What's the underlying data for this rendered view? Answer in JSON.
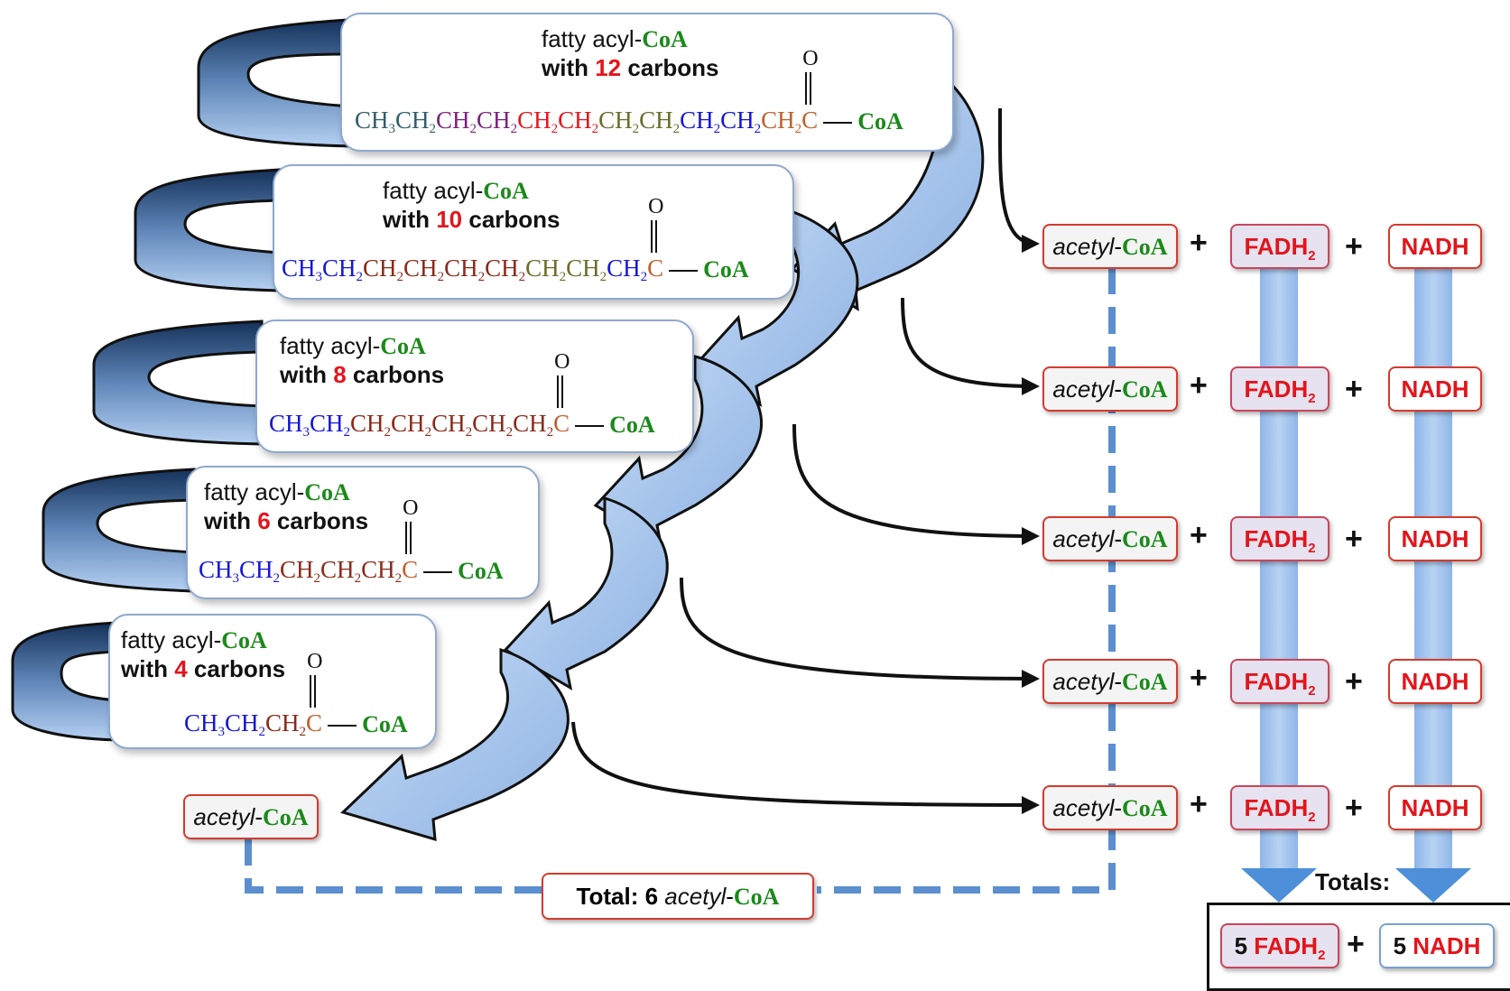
{
  "cards": [
    {
      "prefix": "fatty acyl-",
      "coa": "CoA",
      "with": "with ",
      "num": "12",
      "carbons": " carbons"
    },
    {
      "prefix": "fatty acyl-",
      "coa": "CoA",
      "with": "with ",
      "num": "10",
      "carbons": " carbons"
    },
    {
      "prefix": "fatty acyl-",
      "coa": "CoA",
      "with": "with ",
      "num": "8",
      "carbons": " carbons"
    },
    {
      "prefix": "fatty acyl-",
      "coa": "CoA",
      "with": "with ",
      "num": "6",
      "carbons": " carbons"
    },
    {
      "prefix": "fatty acyl-",
      "coa": "CoA",
      "with": "with ",
      "num": "4",
      "carbons": " carbons"
    }
  ],
  "chem": {
    "oxygen": "O",
    "coa": "CoA",
    "ch3": "CH",
    "ch2": "CH",
    "c": "C",
    "sub3": "3",
    "sub2": "2"
  },
  "formulas": [
    [
      "#2f5f6b",
      "#2f5f6b",
      "#7b1f7e",
      "#7b1f7e",
      "#e4141b",
      "#e4141b",
      "#6b6b2a",
      "#6b6b2a",
      "#1515d9",
      "#1515d9",
      "#c0602c"
    ],
    [
      "#1515d9",
      "#1515d9",
      "#8b2a1a",
      "#8b2a1a",
      "#8b2a1a",
      "#8b2a1a",
      "#6b6b2a",
      "#6b6b2a",
      "#1515d9"
    ],
    [
      "#1515d9",
      "#1515d9",
      "#8b2a1a",
      "#8b2a1a",
      "#8b2a1a",
      "#8b2a1a",
      "#8b2a1a"
    ],
    [
      "#1515d9",
      "#1515d9",
      "#8b2a1a",
      "#8b2a1a",
      "#8b2a1a"
    ],
    [
      "#1515d9",
      "#1515d9",
      "#8b2a1a"
    ]
  ],
  "carbonyl_color": "#c0602c",
  "products": {
    "acetyl_italic": "acetyl",
    "acetyl_sep": "-",
    "acetyl_coa": "CoA",
    "fadh": "FADH",
    "fadh_sub": "2",
    "nadh": "NADH",
    "plus": "+"
  },
  "total": {
    "label": "Total:  6 ",
    "acetyl_italic": "acetyl",
    "sep": "-",
    "coa": "CoA"
  },
  "totals": {
    "label": "Totals:",
    "fadh_count": "5 ",
    "fadh": "FADH",
    "fadh_sub": "2",
    "nadh_count": "5 ",
    "nadh": "NADH",
    "plus": "+"
  },
  "colors": {
    "ring_dark": "#1e3c66",
    "ring_light": "#a8c6ec",
    "arrow_fill": "#a8c6ec",
    "dash": "#5b8fcf",
    "big_arrow": "#5b9be0"
  }
}
